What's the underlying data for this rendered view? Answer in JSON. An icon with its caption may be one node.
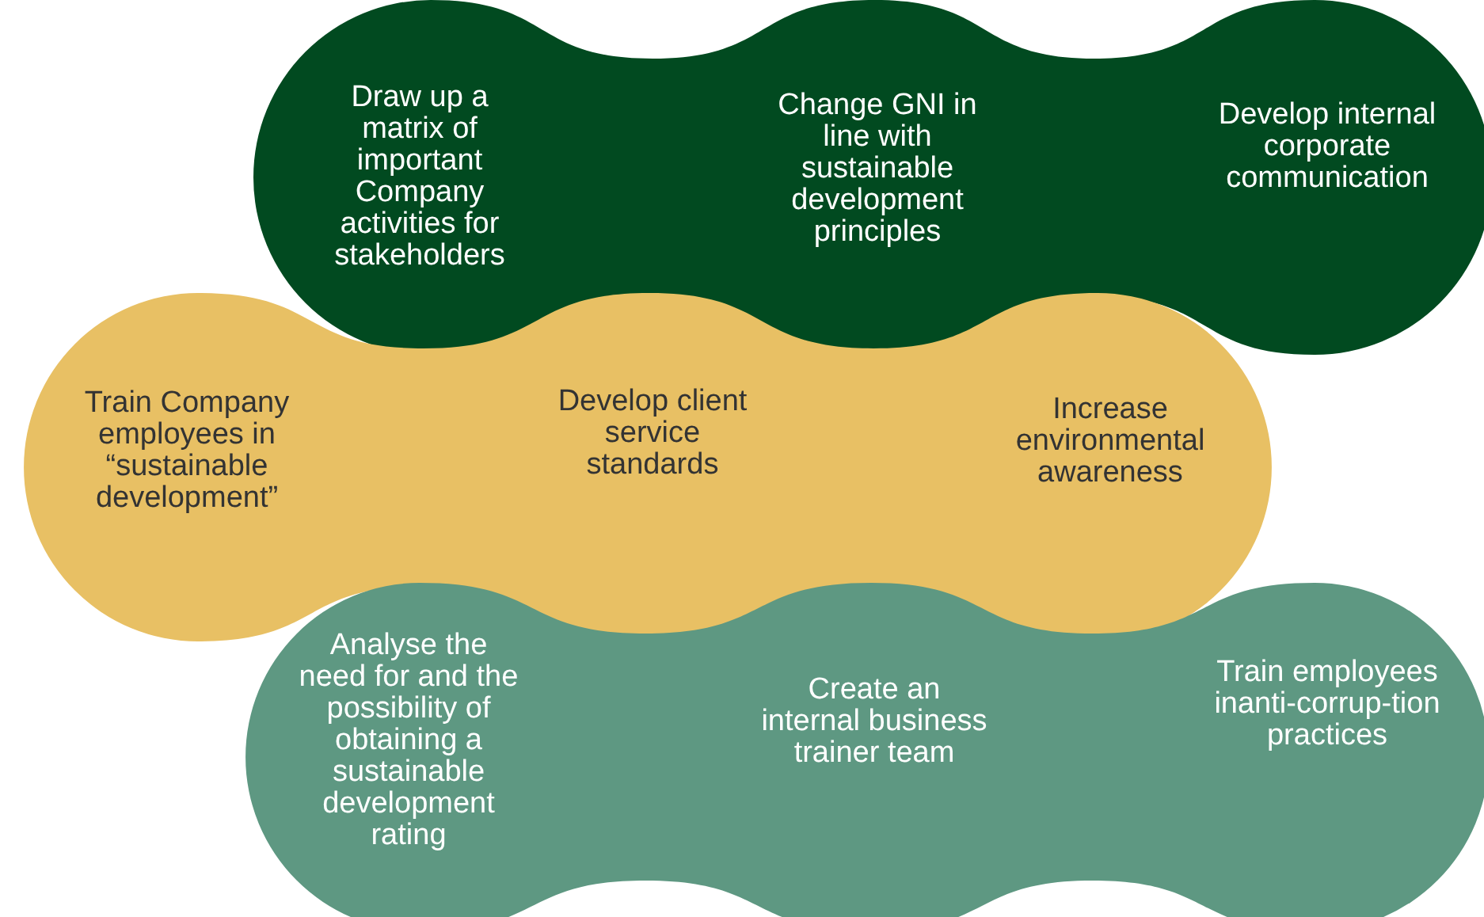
{
  "diagram": {
    "nodes": [
      {
        "text": [],
        "shape": "band"
      },
      {
        "text": [
          "Draw up a matrix of important Company activities for stakeholders"
        ],
        "in": 0
      },
      {
        "text": [
          "Change GNI in line with sustainable development principles"
        ],
        "in": 0
      },
      {
        "text": [
          "Develop internal corporate communication"
        ],
        "in": 0
      },
      {
        "text": [],
        "shape": "band"
      },
      {
        "text": [
          "Train Company employees in “sustainable development”"
        ],
        "in": 4
      },
      {
        "text": [
          "Develop client service standards"
        ],
        "in": 4
      },
      {
        "text": [
          "Increase environmental awareness"
        ],
        "in": 4
      },
      {
        "text": [],
        "shape": "band"
      },
      {
        "text": [
          "Analyse the need for and the possibility of obtaining a sustainable development rating"
        ],
        "in": 8
      },
      {
        "text": [
          "Create an internal business trainer team"
        ],
        "in": 8
      },
      {
        "text": [
          "Train employees inanti-corrup-tion practices"
        ],
        "in": 8
      }
    ]
  }
}
